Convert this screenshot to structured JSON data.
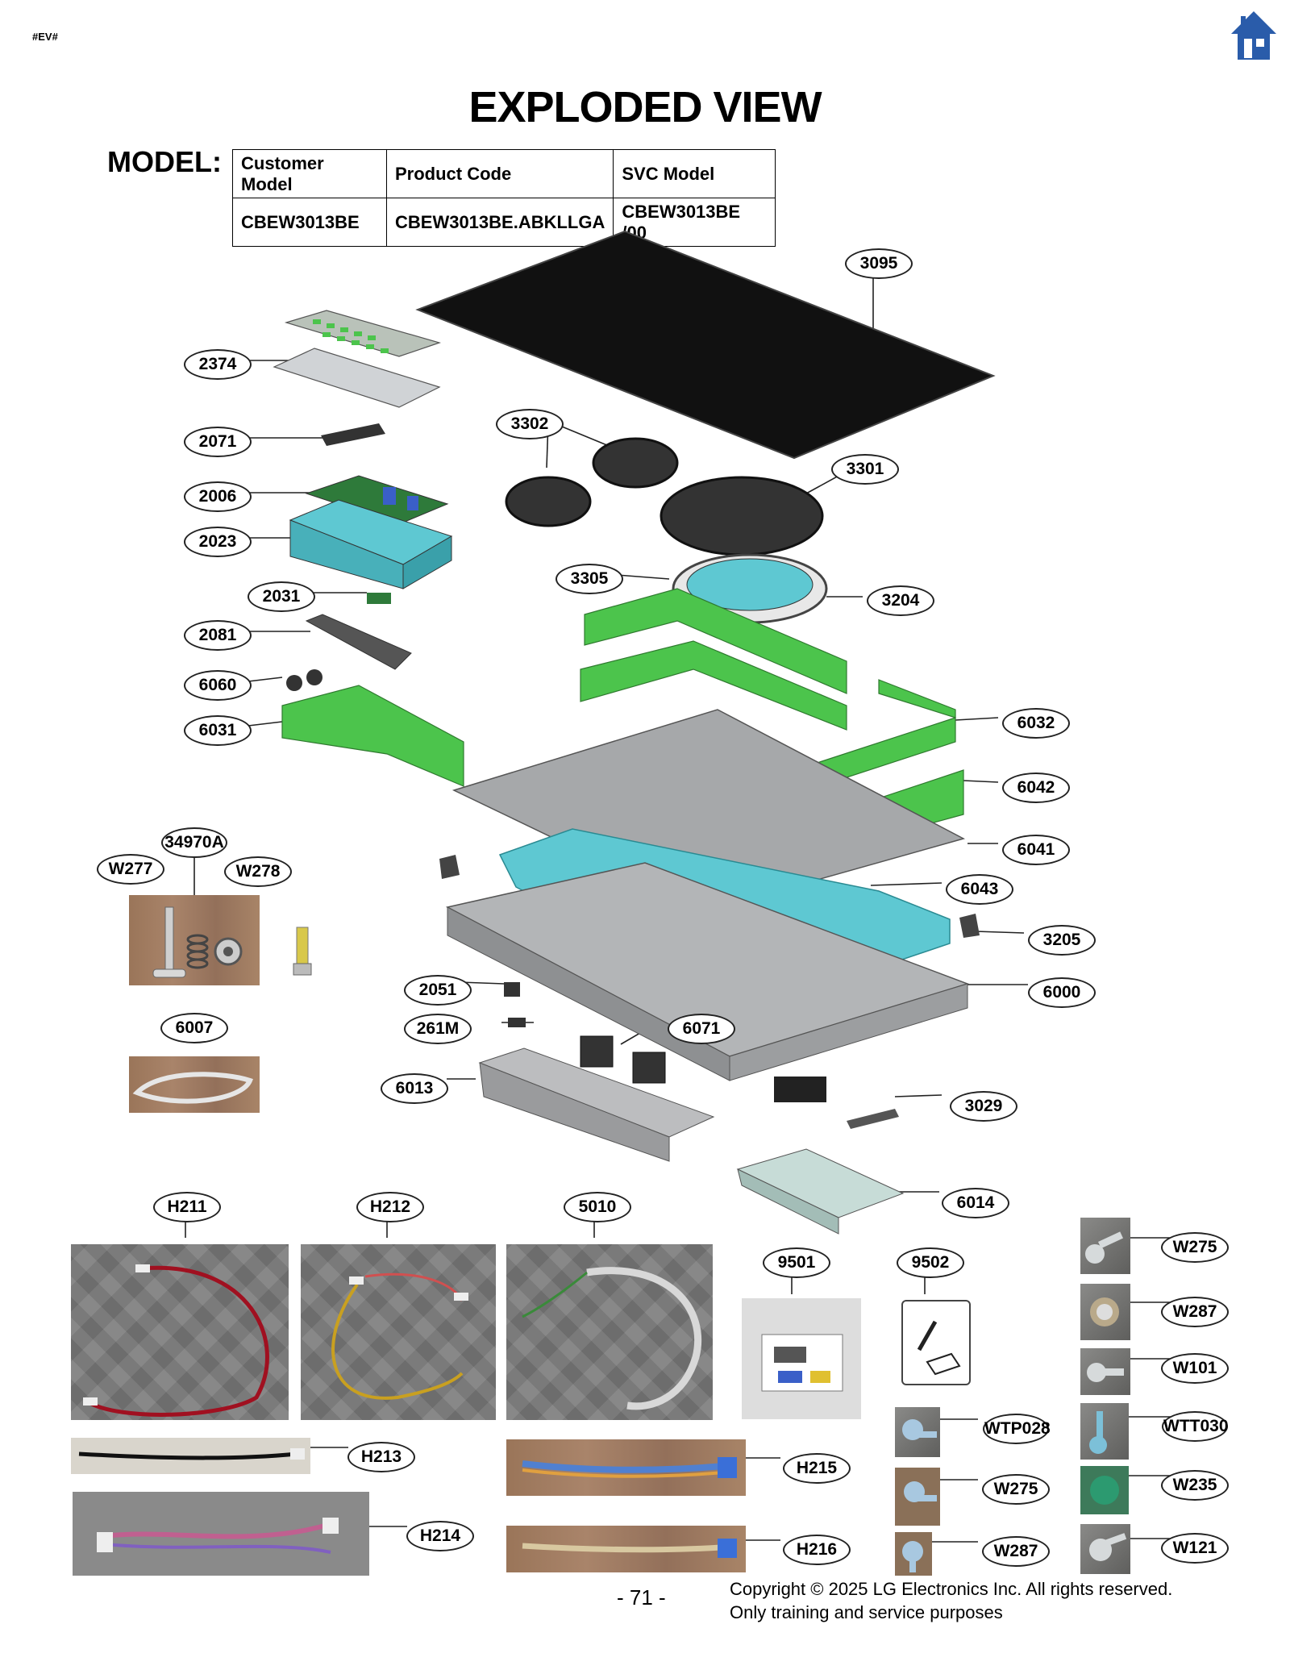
{
  "header": {
    "tag": "#EV#",
    "title": "EXPLODED VIEW",
    "home_icon": "home-icon",
    "home_color": "#2a5caa"
  },
  "model": {
    "label": "MODEL:",
    "columns": [
      "Customer Model",
      "Product Code",
      "SVC Model"
    ],
    "values": [
      "CBEW3013BE",
      "CBEW3013BE.ABKLLGA",
      "CBEW3013BE  /00"
    ]
  },
  "callouts": {
    "c3095": "3095",
    "c2374": "2374",
    "c3302": "3302",
    "c2071": "2071",
    "c3301": "3301",
    "c2006": "2006",
    "c2023": "2023",
    "c3305": "3305",
    "c2031": "2031",
    "c3204": "3204",
    "c2081": "2081",
    "c6060": "6060",
    "c6031": "6031",
    "c6032": "6032",
    "c6042": "6042",
    "c34970A": "34970A",
    "cW277": "W277",
    "cW278": "W278",
    "c6041": "6041",
    "c6043": "6043",
    "c3205": "3205",
    "c2051": "2051",
    "c6000": "6000",
    "c6007": "6007",
    "c261M": "261M",
    "c6071": "6071",
    "c6013": "6013",
    "c3029": "3029",
    "c6014": "6014",
    "cH211": "H211",
    "cH212": "H212",
    "c5010": "5010",
    "c9501": "9501",
    "c9502": "9502",
    "cW275a": "W275",
    "cW287a": "W287",
    "cW101": "W101",
    "cWTP028": "WTP028",
    "cWTT030": "WTT030",
    "cH213": "H213",
    "cH215": "H215",
    "cW275b": "W275",
    "cW235": "W235",
    "cH214": "H214",
    "cH216": "H216",
    "cW287b": "W287",
    "cW121": "W121"
  },
  "colors": {
    "glass": "#111111",
    "green_panel": "#4cc44c",
    "cyan_insulation": "#5ec8d2",
    "metal": "#a6a8aa"
  },
  "footer": {
    "page_number": "- 71 -",
    "copyright_line1": "Copyright © 2025 LG Electronics Inc. All rights reserved.",
    "copyright_line2": "Only training and service purposes"
  }
}
